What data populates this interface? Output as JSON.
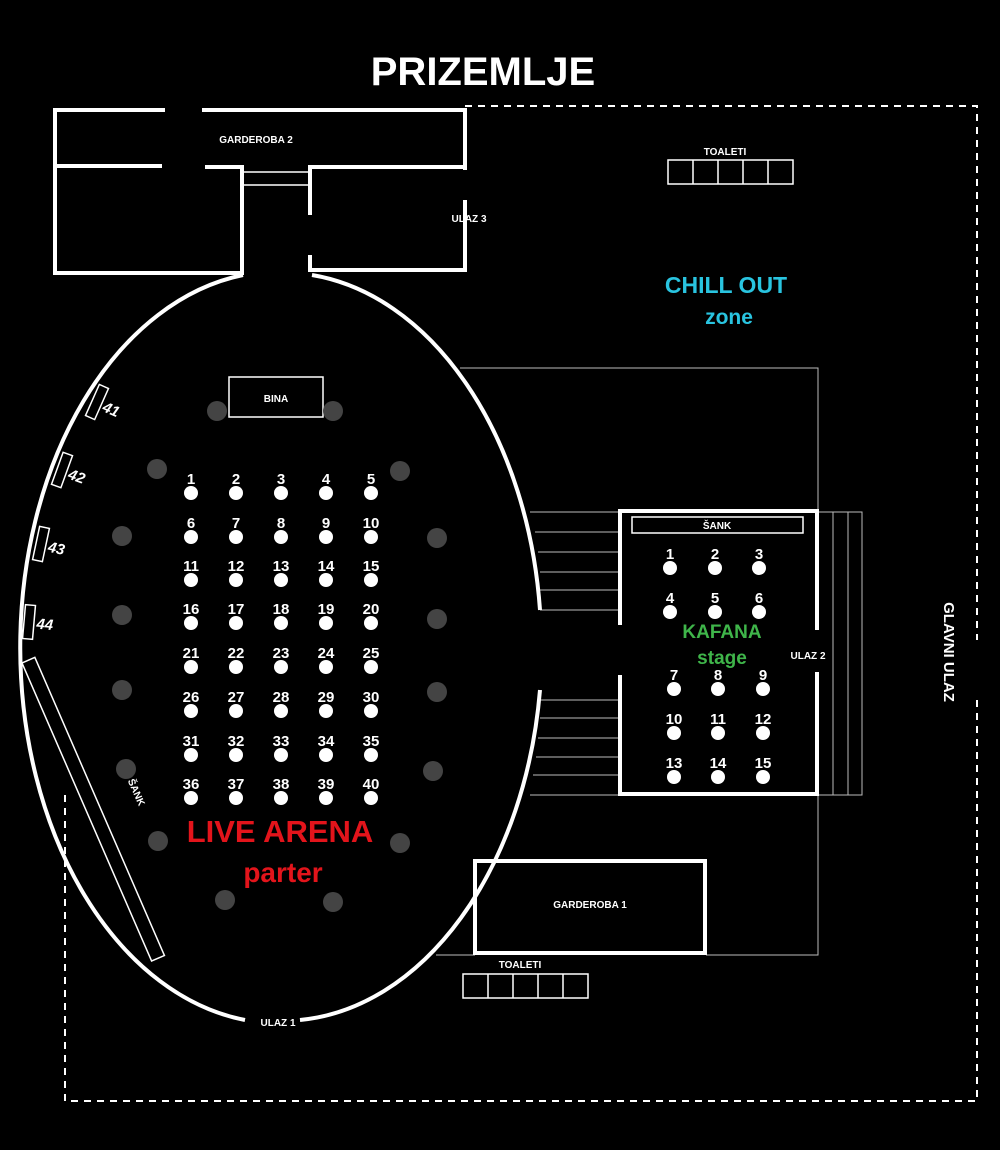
{
  "title": "PRIZEMLJE",
  "rooms": {
    "garderoba2": "GARDEROBA 2",
    "garderoba1": "GARDEROBA 1",
    "toaleti_top": "TOALETI",
    "toaleti_bottom": "TOALETI",
    "bina": "BINA",
    "sank_kafana": "ŠANK",
    "sank_arena": "ŠANK"
  },
  "entrances": {
    "ulaz1": "ULAZ 1",
    "ulaz2": "ULAZ 2",
    "ulaz3": "ULAZ 3",
    "glavni": "GLAVNI ULAZ"
  },
  "zones": {
    "chill_title": "CHILL OUT",
    "chill_sub": "zone",
    "kafana_title": "KAFANA",
    "kafana_sub": "stage",
    "arena_title": "LIVE ARENA",
    "arena_sub": "parter"
  },
  "colors": {
    "chill": "#29c4e0",
    "kafana": "#3fb54a",
    "arena": "#e3141b"
  },
  "arena_tables": [
    "1",
    "2",
    "3",
    "4",
    "5",
    "6",
    "7",
    "8",
    "9",
    "10",
    "11",
    "12",
    "13",
    "14",
    "15",
    "16",
    "17",
    "18",
    "19",
    "20",
    "21",
    "22",
    "23",
    "24",
    "25",
    "26",
    "27",
    "28",
    "29",
    "30",
    "31",
    "32",
    "33",
    "34",
    "35",
    "36",
    "37",
    "38",
    "39",
    "40"
  ],
  "kafana_tables": [
    "1",
    "2",
    "3",
    "4",
    "5",
    "6",
    "7",
    "8",
    "9",
    "10",
    "11",
    "12",
    "13",
    "14",
    "15"
  ],
  "side_seats": [
    "41",
    "42",
    "43",
    "44"
  ]
}
